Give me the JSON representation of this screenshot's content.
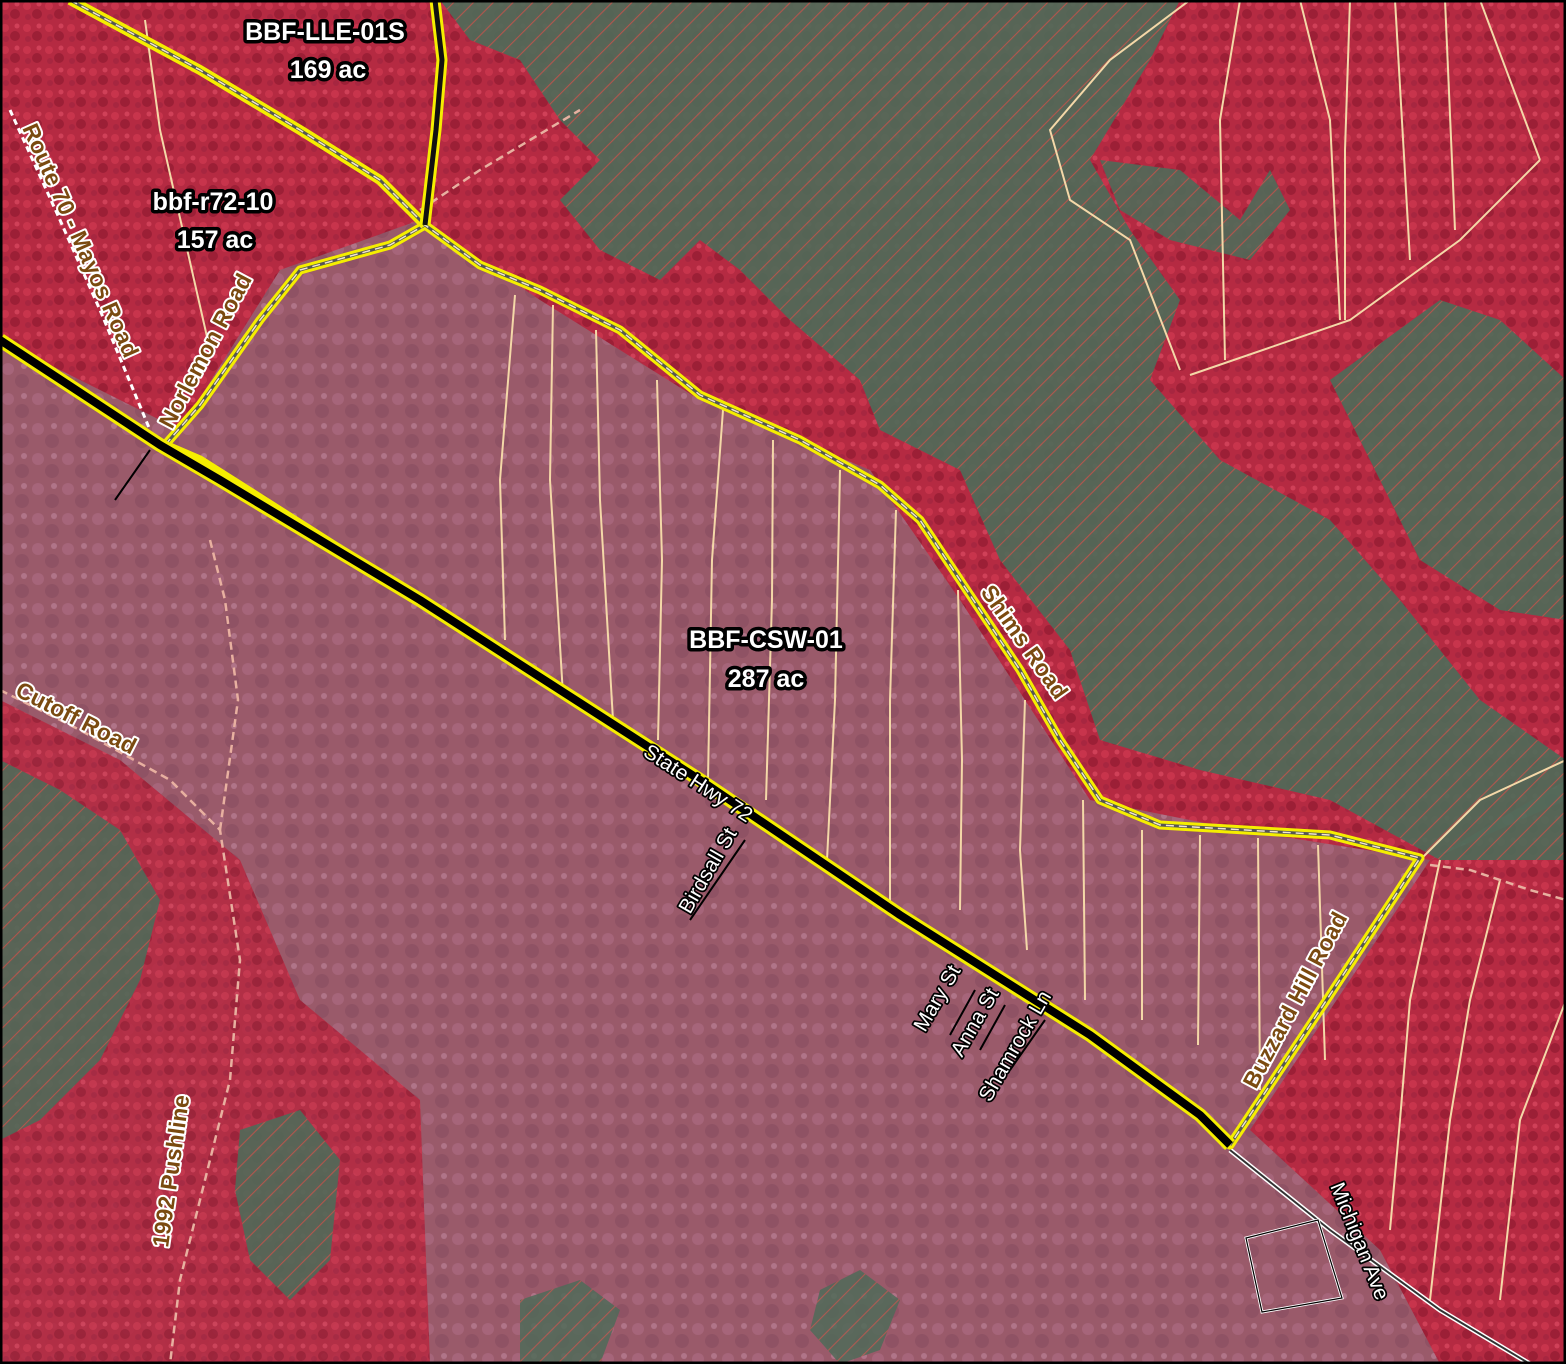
{
  "map": {
    "colors": {
      "background_field": "#9a5a6a",
      "forest": "#b8283e",
      "wetland": "#4f6a58",
      "boundary_yellow": "#f5ee00",
      "hatch_line": "#c05a50",
      "stand_line": "#f4d8a8",
      "trail_dash": "#e8b898"
    },
    "stands": [
      {
        "id": "BBF-LLE-01S",
        "area": "169 ac"
      },
      {
        "id": "bbf-r72-10",
        "area": "157 ac"
      },
      {
        "id": "BBF-CSW-01",
        "area": "287 ac"
      }
    ],
    "roads": {
      "route70": "Route 70 - Mayos Road",
      "norlemon": "Norlemon Road",
      "shims": "Shims Road",
      "hwy72": "State Hwy 72",
      "birdsall": "Birdsall St",
      "mary": "Mary St",
      "anna": "Anna St",
      "shamrock": "Shamrock Ln",
      "buzzard": "Buzzard Hill Road",
      "michigan": "Michigan Ave",
      "cutoff": "Cutoff Road",
      "pushline": "1992 Pushline"
    }
  }
}
